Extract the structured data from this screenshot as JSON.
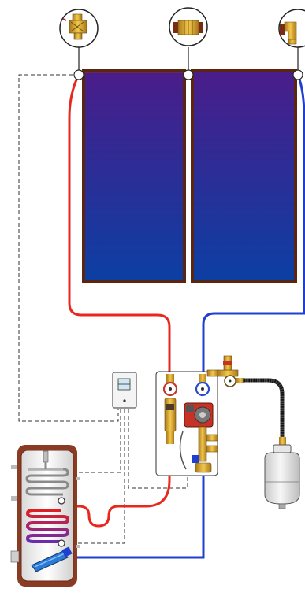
{
  "diagram": {
    "colors": {
      "hot_pipe": "#e8281e",
      "cold_pipe": "#1f3fd0",
      "sensor_wire": "#333333",
      "collector_top": "#4a1d8a",
      "collector_bottom": "#0c3fa3",
      "collector_frame": "#5a2612",
      "brass": "#d7a42a",
      "tank_shell": "#f2f2f2",
      "tank_jacket": "#8a3b24",
      "coil_upper": "#bfbfbf",
      "coil_lower": "#d82020",
      "expansion_vessel": "#e6e6e6"
    },
    "components": [
      {
        "id": "air-vent-valve",
        "icon": "air-vent-icon"
      },
      {
        "id": "collector-connector",
        "icon": "coupling-icon"
      },
      {
        "id": "collector-elbow",
        "icon": "elbow-fitting-icon"
      },
      {
        "id": "solar-collector-left",
        "icon": "solar-panel-icon"
      },
      {
        "id": "solar-collector-right",
        "icon": "solar-panel-icon"
      },
      {
        "id": "solar-controller",
        "icon": "controller-icon"
      },
      {
        "id": "pump-station",
        "icon": "pump-station-icon"
      },
      {
        "id": "expansion-vessel",
        "icon": "expansion-vessel-icon"
      },
      {
        "id": "storage-tank",
        "icon": "boiler-tank-icon"
      }
    ]
  }
}
